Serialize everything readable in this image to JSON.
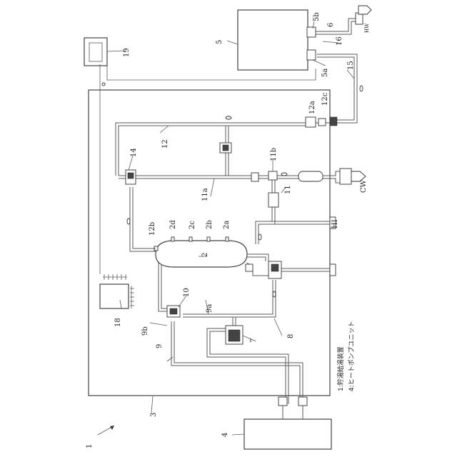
{
  "labels": {
    "l1": "1",
    "l2": "2",
    "l2a": "2a",
    "l2b": "2b",
    "l2c": "2c",
    "l2d": "2d",
    "l3": "3",
    "l4": "4",
    "l5": "5",
    "l5a": "5a",
    "l5b": "5b",
    "l6": "6",
    "l7": "7",
    "l8": "8",
    "l9": "9",
    "l9a": "9a",
    "l9b": "9b",
    "l10": "10",
    "l11": "11",
    "l11a": "11a",
    "l11b": "11b",
    "l12": "12",
    "l12a": "12a",
    "l12b": "12b",
    "l12c": "12c",
    "l14": "14",
    "l15": "15",
    "l16": "16",
    "l18": "18",
    "l19": "19"
  },
  "port_labels": {
    "hw": "HW",
    "cw": "CW",
    "hi": "HI"
  },
  "notes": {
    "n1": "1:貯湯給湯装置",
    "n2": "4:ヒートポンプユニット"
  }
}
